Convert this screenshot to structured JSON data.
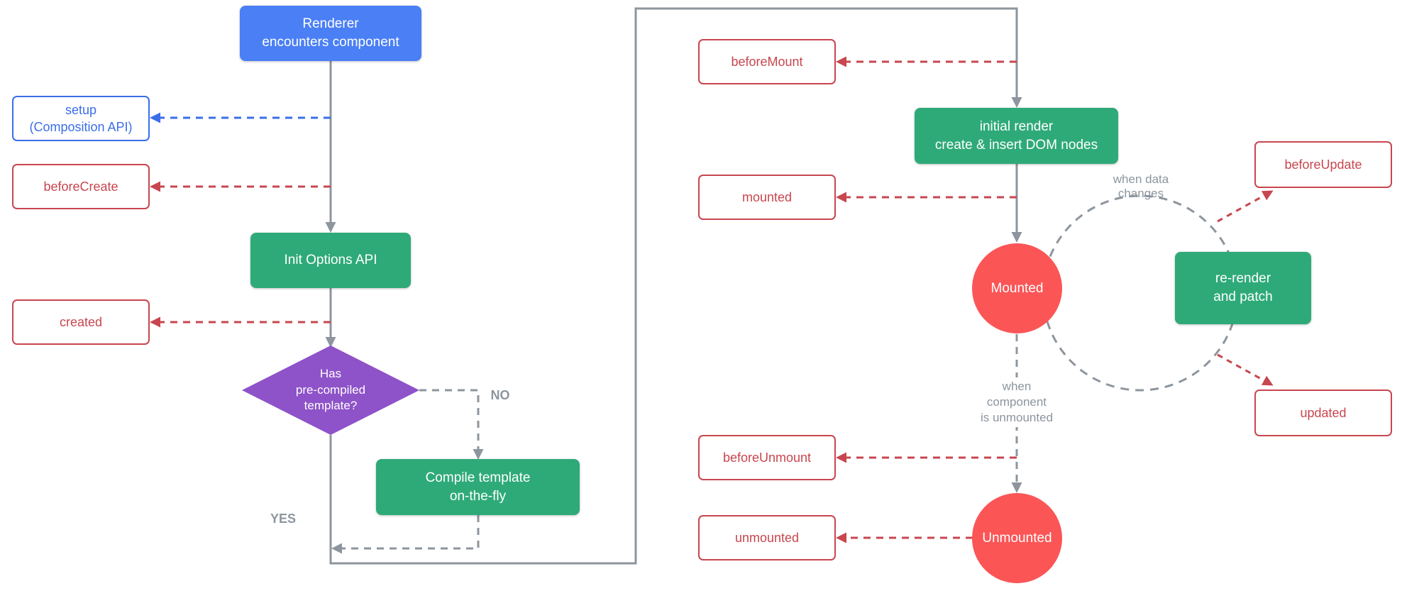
{
  "colors": {
    "flow_line": "#8d959e",
    "hook_red": "#c8464f",
    "hook_blue": "#3a6ee8",
    "green": "#2eaa78",
    "blue": "#4a7ff5",
    "purple": "#8e52c9",
    "circle_red": "#fb5556"
  },
  "nodes": {
    "renderer": "Renderer\nencounters component",
    "init_options": "Init Options API",
    "has_template": "Has\npre-compiled\ntemplate?",
    "compile": "Compile template\non-the-fly",
    "initial_render": "initial render\ncreate & insert DOM nodes",
    "mounted_state": "Mounted",
    "rerender": "re-render\nand patch",
    "unmounted_state": "Unmounted"
  },
  "hooks": {
    "setup": "setup\n(Composition API)",
    "before_create": "beforeCreate",
    "created": "created",
    "before_mount": "beforeMount",
    "mounted": "mounted",
    "before_update": "beforeUpdate",
    "updated": "updated",
    "before_unmount": "beforeUnmount",
    "unmounted": "unmounted"
  },
  "labels": {
    "no": "NO",
    "yes": "YES",
    "when_data_changes": "when data\nchanges",
    "when_unmounted": "when\ncomponent\nis unmounted"
  }
}
